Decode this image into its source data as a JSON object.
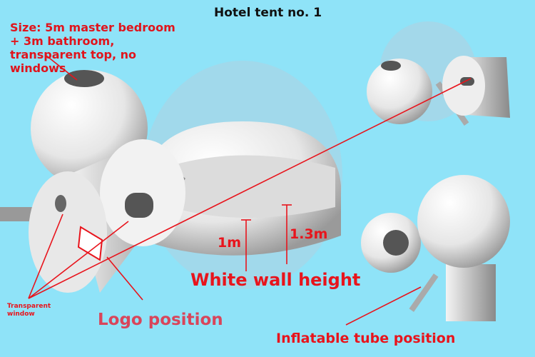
{
  "title": "Hotel tent no. 1",
  "size_note": "Size: 5m master bedroom + 3m bathroom, transparent top, no windows",
  "heights": {
    "low": "1m",
    "high": "1.3m",
    "caption": "White wall height"
  },
  "labels": {
    "transparent_window": "Transparent window",
    "logo_position": "Logo position",
    "inflatable_tube_position": "Inflatable tube position"
  },
  "colors": {
    "background": "#8fe3f8",
    "annotation_red": "#e8141c",
    "logo_label": "#d9455a"
  }
}
